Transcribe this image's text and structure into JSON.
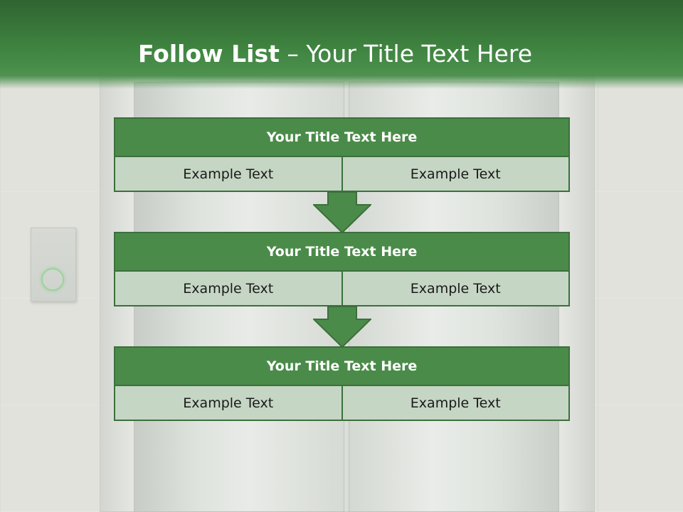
{
  "slide": {
    "title_bold": "Follow List",
    "title_rest": "– Your Title Text Here"
  },
  "steps": [
    {
      "title": "Your Title Text Here",
      "left": "Example Text",
      "right": "Example Text"
    },
    {
      "title": "Your Title Text Here",
      "left": "Example Text",
      "right": "Example Text"
    },
    {
      "title": "Your Title Text Here",
      "left": "Example Text",
      "right": "Example Text"
    }
  ],
  "colors": {
    "header_green": "#3f8440",
    "block_green": "#4a8b49",
    "cell_fill": "#c5d6c4",
    "border": "#3c6f3c"
  }
}
